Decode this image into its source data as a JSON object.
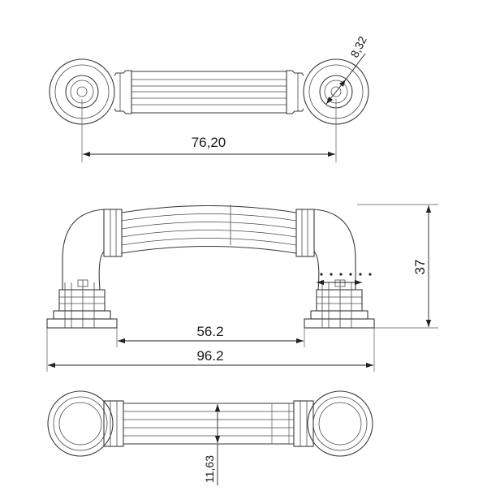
{
  "dimensions": {
    "hole_center_top": "76,20",
    "hole_diameter": "8,32",
    "height": "37",
    "inner_base": "56.2",
    "overall_length": "96.2",
    "bar_width": "11,63"
  },
  "colors": {
    "line": "#3a3a3a",
    "background": "#ffffff"
  }
}
